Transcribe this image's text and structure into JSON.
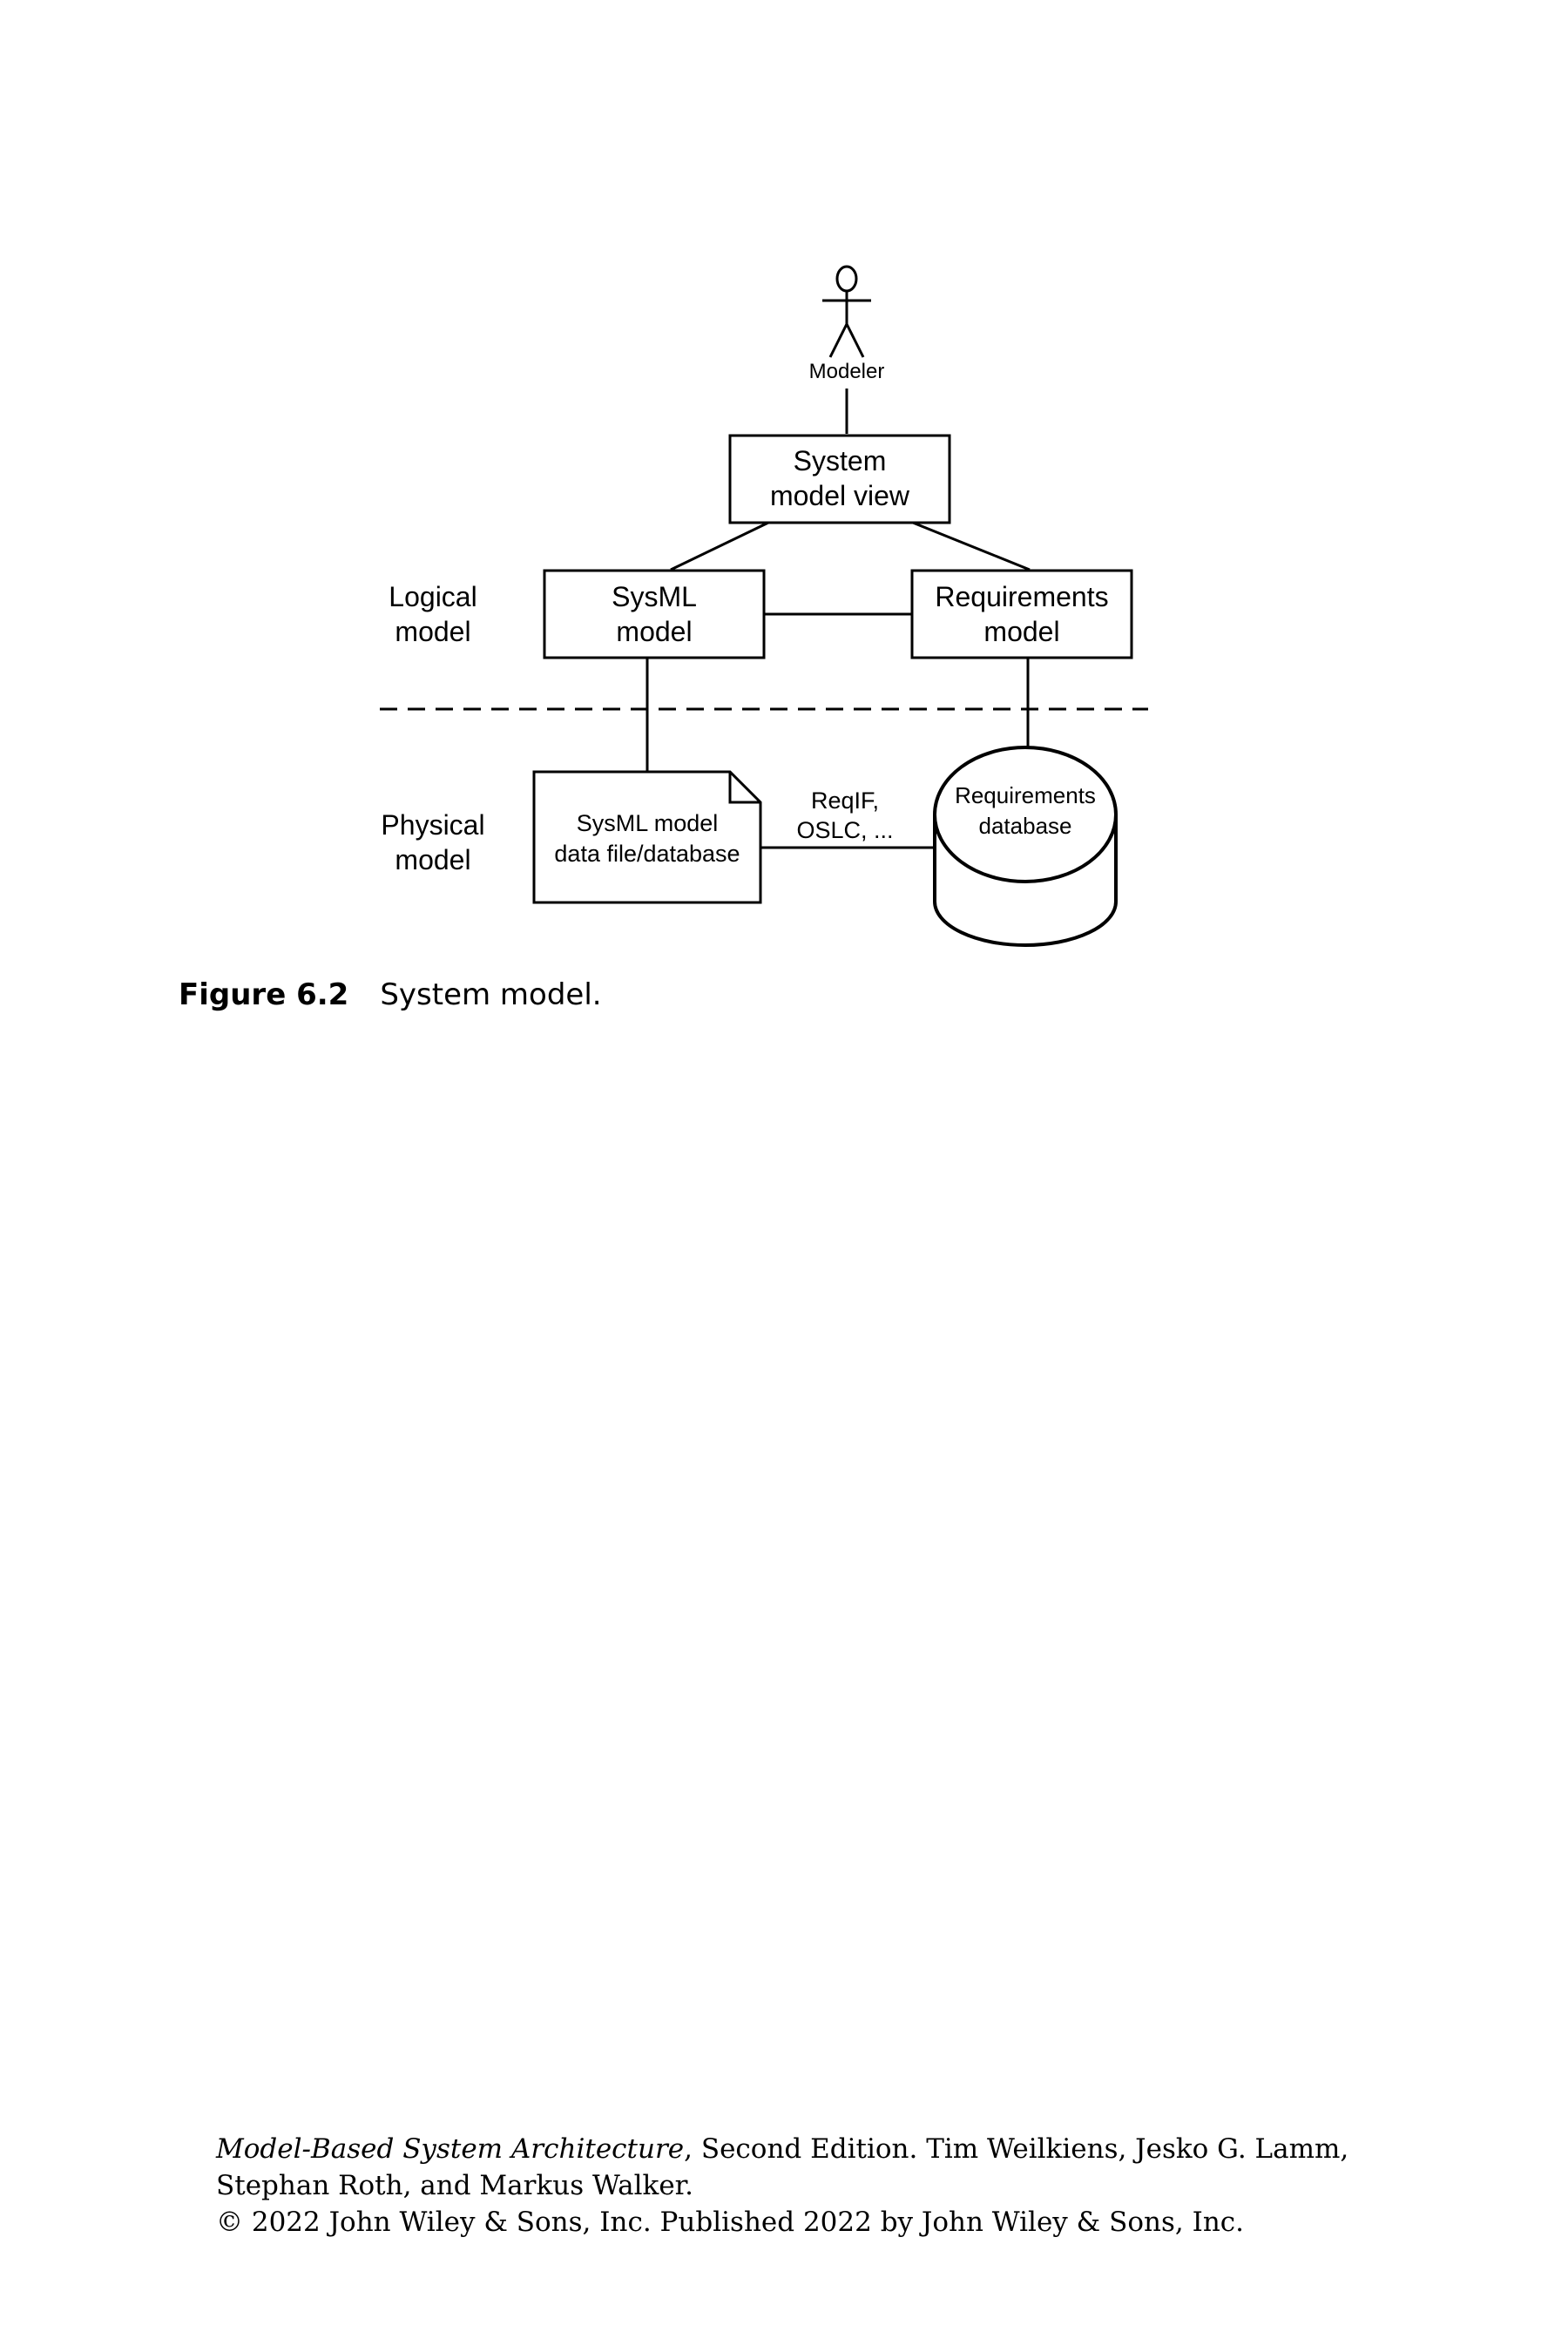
{
  "diagram": {
    "actor_label": "Modeler",
    "system_model_view": [
      "System",
      "model view"
    ],
    "layer_logical": [
      "Logical",
      "model"
    ],
    "layer_physical": [
      "Physical",
      "model"
    ],
    "sysml_model": [
      "SysML",
      "model"
    ],
    "requirements_model": [
      "Requirements",
      "model"
    ],
    "sysml_file": [
      "SysML model",
      "data file/database"
    ],
    "connector_label": [
      "ReqIF,",
      "OSLC, ..."
    ],
    "requirements_db": [
      "Requirements",
      "database"
    ]
  },
  "caption": {
    "label": "Figure 6.2",
    "text": "System model."
  },
  "footer": {
    "book_title": "Model-Based System Architecture",
    "line1_rest": ", Second Edition. Tim Weilkiens, Jesko G. Lamm,",
    "line2": "Stephan Roth, and Markus Walker.",
    "line3": "© 2022 John Wiley & Sons, Inc. Published 2022 by John Wiley & Sons, Inc."
  }
}
